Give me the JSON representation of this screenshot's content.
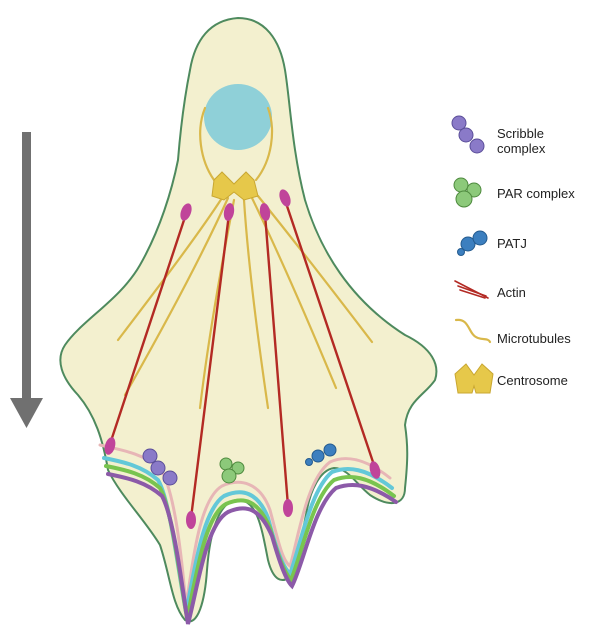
{
  "colors": {
    "cell_fill": "#f3f0cf",
    "cell_outline": "#4e8a5e",
    "nucleus": "#8fd0d8",
    "centrosome": "#e6c84a",
    "microtubule": "#d9b84a",
    "actin": "#b32a24",
    "actin_tip": "#c0449a",
    "scribble": "#8a7ac8",
    "par": "#8cc97a",
    "patj": "#3c7fbf",
    "band_cyan": "#63c8d8",
    "band_green": "#79c44f",
    "band_purple": "#8c5aa8",
    "band_pink": "#e7b6b6",
    "arrow": "#707070"
  },
  "legend": [
    {
      "id": "scribble",
      "label": "Scribble complex",
      "icon": "scribble-complex-icon"
    },
    {
      "id": "par",
      "label": "PAR complex",
      "icon": "par-complex-icon"
    },
    {
      "id": "patj",
      "label": "PATJ",
      "icon": "patj-icon"
    },
    {
      "id": "actin",
      "label": "Actin",
      "icon": "actin-icon"
    },
    {
      "id": "microtubules",
      "label": "Microtubules",
      "icon": "microtubule-icon"
    },
    {
      "id": "centrosome",
      "label": "Centrosome",
      "icon": "centrosome-icon"
    }
  ]
}
